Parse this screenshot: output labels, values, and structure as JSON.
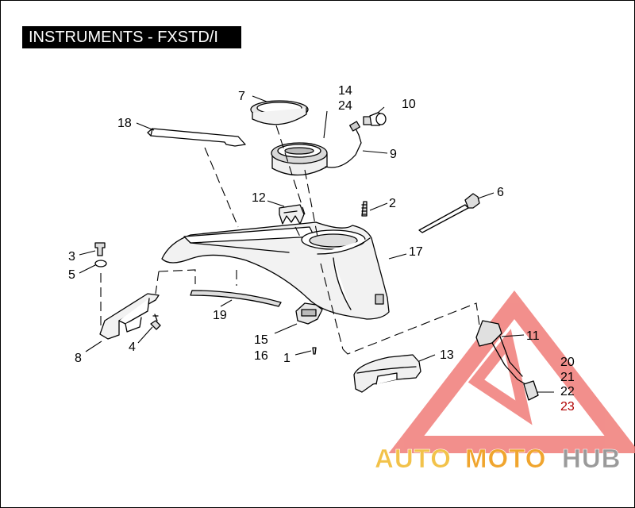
{
  "title": "INSTRUMENTS - FXSTD/I",
  "callouts": {
    "c1": "1",
    "c2": "2",
    "c3": "3",
    "c4": "4",
    "c5": "5",
    "c6": "6",
    "c7": "7",
    "c8": "8",
    "c9": "9",
    "c10": "10",
    "c11": "11",
    "c12": "12",
    "c13": "13",
    "c14": "14",
    "c15": "15",
    "c16": "16",
    "c17": "17",
    "c18": "18",
    "c19": "19",
    "c20": "20",
    "c21": "21",
    "c22": "22",
    "c23": "23",
    "c24": "24"
  },
  "watermark": {
    "part1": "AUTO",
    "part2": "MOTO",
    "part3": "HUB",
    "colors": {
      "auto": "#f2c24a",
      "moto": "#f0a52e",
      "hub": "#9a9a9a",
      "triangle": "#f07c78"
    }
  }
}
